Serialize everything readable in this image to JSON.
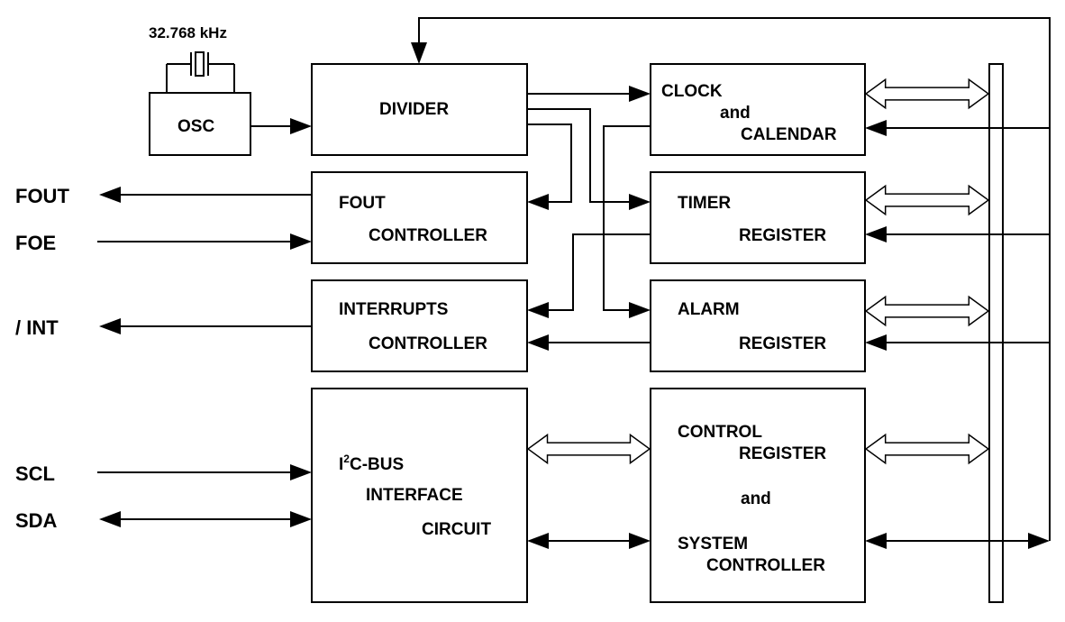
{
  "oscillator": {
    "frequency": "32.768 kHz",
    "label": "OSC"
  },
  "blocks": {
    "divider": {
      "line1": "DIVIDER"
    },
    "fout_controller": {
      "line1": "FOUT",
      "line2": "CONTROLLER"
    },
    "interrupts_controller": {
      "line1": "INTERRUPTS",
      "line2": "CONTROLLER"
    },
    "i2c": {
      "line1_prefix": "I",
      "line1_sup": "2",
      "line1_suffix": "C-BUS",
      "line2": "INTERFACE",
      "line3": "CIRCUIT"
    },
    "clock_calendar": {
      "line1": "CLOCK",
      "line2": "and",
      "line3": "CALENDAR"
    },
    "timer_register": {
      "line1": "TIMER",
      "line2": "REGISTER"
    },
    "alarm_register": {
      "line1": "ALARM",
      "line2": "REGISTER"
    },
    "control_register": {
      "line1": "CONTROL",
      "line2": "REGISTER",
      "line3": "and",
      "line4": "SYSTEM",
      "line5": "CONTROLLER"
    }
  },
  "pins": {
    "fout": "FOUT",
    "foe": "FOE",
    "int": "/ INT",
    "scl": "SCL",
    "sda": "SDA"
  }
}
